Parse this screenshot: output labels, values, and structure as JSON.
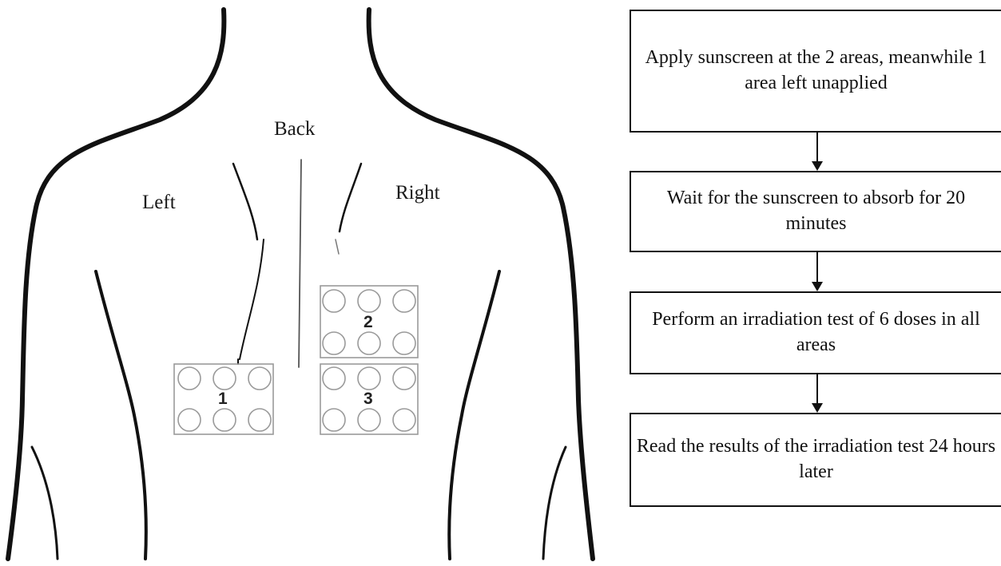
{
  "body_diagram": {
    "labels": {
      "back": "Back",
      "left": "Left",
      "right": "Right"
    },
    "areas": [
      {
        "number": "1"
      },
      {
        "number": "2"
      },
      {
        "number": "3"
      }
    ],
    "line_color": "#111111",
    "patch_border_color": "#999999"
  },
  "flowchart": {
    "steps": [
      {
        "text": "Apply sunscreen at the 2 areas, meanwhile 1 area left unapplied"
      },
      {
        "text": "Wait for the sunscreen to absorb for 20 minutes"
      },
      {
        "text": "Perform an irradiation test of 6 doses in all areas"
      },
      {
        "text": "Read the results of the irradiation test 24 hours later"
      }
    ]
  }
}
